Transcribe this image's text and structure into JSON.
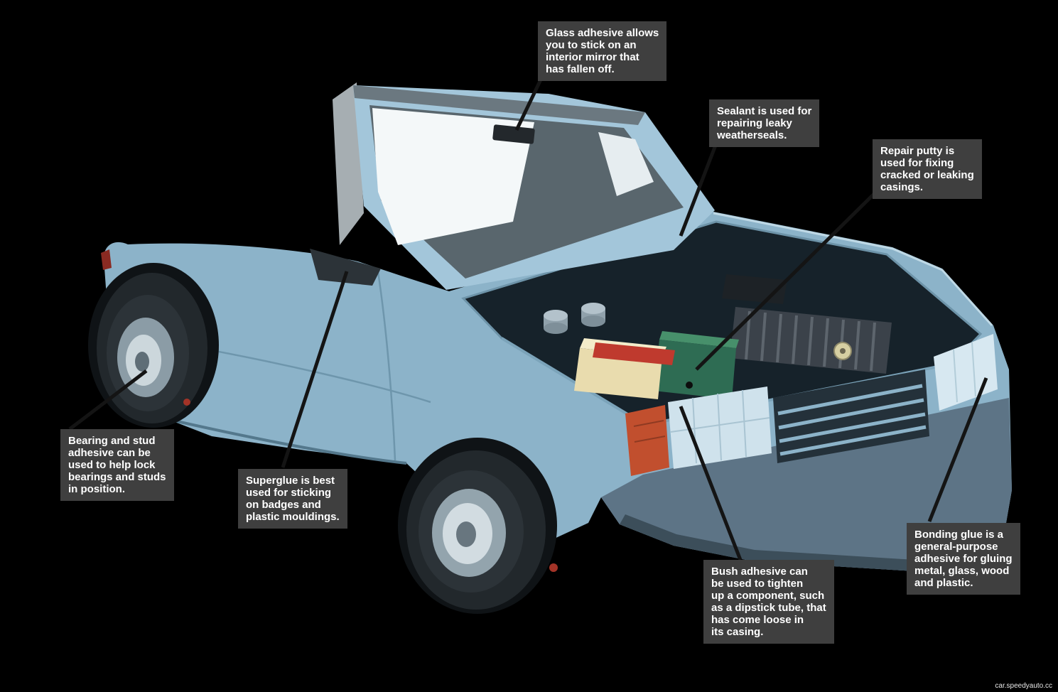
{
  "watermark": "car.speedyauto.cc",
  "diagram": {
    "annotations": [
      {
        "id": "glass-adhesive",
        "text": "Glass adhesive allows\nyou to stick on an\ninterior mirror that\nhas fallen off."
      },
      {
        "id": "sealant",
        "text": "Sealant is used for\nrepairing leaky\nweatherseals."
      },
      {
        "id": "repair-putty",
        "text": "Repair putty is\nused for fixing\ncracked or leaking\ncasings."
      },
      {
        "id": "bearing-stud-adhesive",
        "text": "Bearing and stud\nadhesive can be\nused to help lock\nbearings and studs\nin position."
      },
      {
        "id": "superglue",
        "text": "Superglue is best\nused for sticking\non badges and\nplastic mouldings."
      },
      {
        "id": "bush-adhesive",
        "text": "Bush adhesive can\nbe used to tighten\nup a component, such\nas a dipstick tube, that\nhas come loose in\nits casing."
      },
      {
        "id": "bonding-glue",
        "text": "Bonding glue is a\ngeneral-purpose\nadhesive for gluing\nmetal, glass, wood\nand plastic."
      }
    ],
    "colors": {
      "background": "#000000",
      "label_background": "#3f3f3f",
      "label_text": "#ffffff",
      "leader_line": "#141414",
      "car_body": "#8cb3c9",
      "headlight": "#cfe2ec",
      "indicator_lamp": "#c14f2e",
      "battery_box": "#2e6c53",
      "reservoir_box": "#e9dcae"
    }
  }
}
